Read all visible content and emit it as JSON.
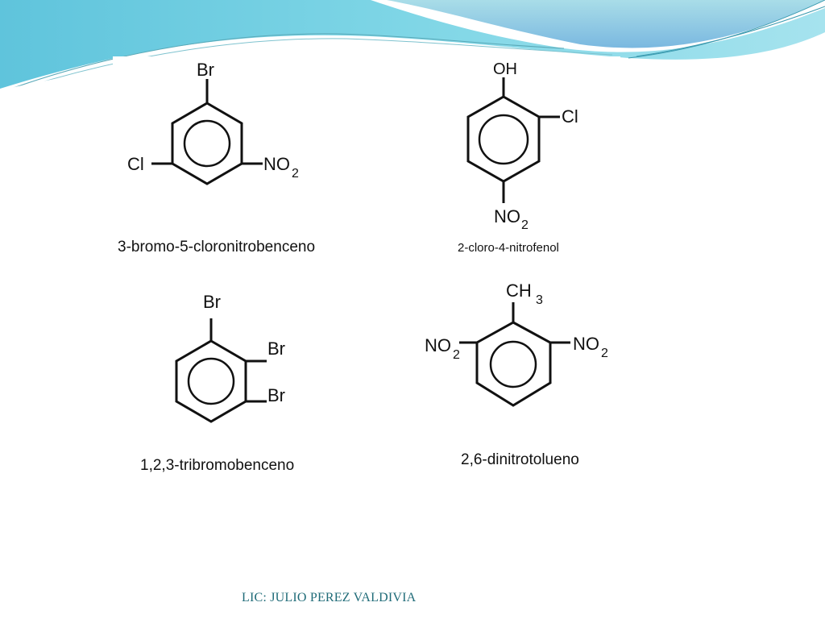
{
  "slide": {
    "footer": "LIC: JULIO PEREZ VALDIVIA",
    "colors": {
      "wave_light": "#a9dde8",
      "wave_mid": "#6fd0e2",
      "wave_blue": "#7ab8e0",
      "footer_text": "#1f6b78"
    }
  },
  "molecules": [
    {
      "name": "3-bromo-5-cloronitrobenceno",
      "substituents": {
        "top": "Br",
        "left": "Cl",
        "right": "NO",
        "right_sub": "2"
      }
    },
    {
      "name": "2-cloro-4-nitrofenol",
      "substituents": {
        "top": "OH",
        "right": "Cl",
        "bottom": "NO",
        "bottom_sub": "2"
      }
    },
    {
      "name": "1,2,3-tribromobenceno",
      "substituents": {
        "top": "Br",
        "right_upper": "Br",
        "right_lower": "Br"
      }
    },
    {
      "name": "2,6-dinitrotolueno",
      "substituents": {
        "top": "CH",
        "top_sub": "3",
        "left": "NO",
        "left_sub": "2",
        "right": "NO",
        "right_sub": "2"
      }
    }
  ]
}
